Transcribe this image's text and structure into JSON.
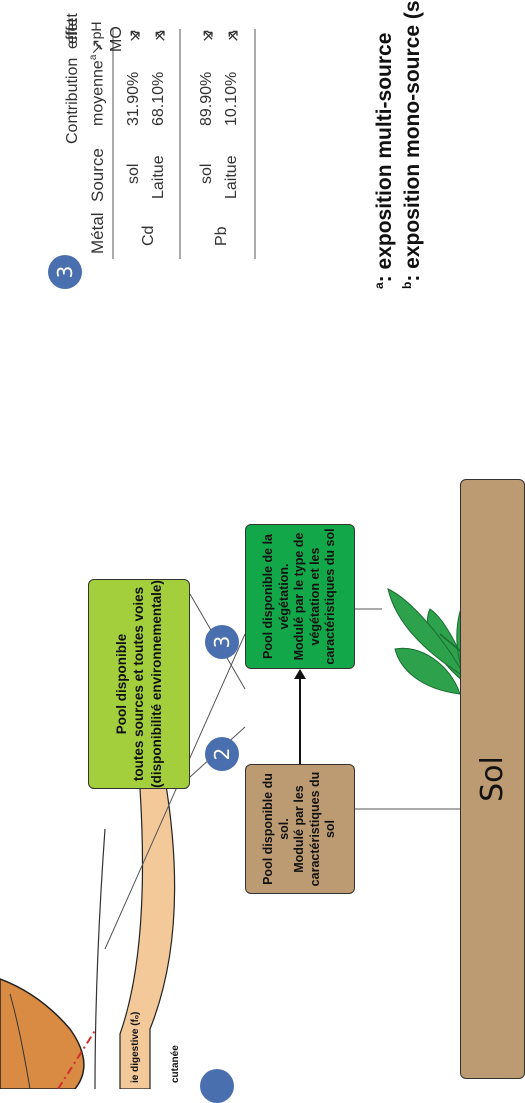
{
  "colors": {
    "soil": "#bd9b72",
    "lime": "#a3cf3c",
    "veg": "#12a84a",
    "badge": "#4a6fae",
    "leaf": "#2da14b",
    "body": "#d98b43",
    "red_line": "#d0302c"
  },
  "soil": {
    "label": "Sol"
  },
  "boxes": {
    "pool_total": [
      "Pool disponible",
      "toutes sources et toutes voies",
      "(disponibilité environnementale)"
    ],
    "pool_soil": [
      "Pool disponible du sol.",
      "Modulé par les",
      "caractéristiques du sol"
    ],
    "pool_veg": [
      "Pool disponible de la",
      "végétation.",
      "Modulé par le type de",
      "végétation et les",
      "caractéristiques du sol"
    ]
  },
  "badges": {
    "b2": "2",
    "b3a": "3",
    "b3b": "3"
  },
  "clipped_labels": {
    "digestive": "ie digestive (fₒ)",
    "cutanee": "cutanée"
  },
  "table": {
    "headers": {
      "metal": "Métal",
      "source": "Source",
      "contribution": "Contribution",
      "moyenne": "moyenne",
      "sup_a": "a",
      "effet1": "effet",
      "mo": "↗ MO",
      "effet2": "effet",
      "ph": "↘ pH"
    },
    "rows": [
      {
        "metal": "Cd",
        "source": "sol",
        "contribution": "31.90%",
        "mo": "↗",
        "ph": "↘"
      },
      {
        "metal": "",
        "source": "Laitue",
        "contribution": "68.10%",
        "mo": "↘",
        "ph": "↗"
      },
      {
        "metal": "Pb",
        "source": "sol",
        "contribution": "89.90%",
        "mo": "↗",
        "ph": "↘"
      },
      {
        "metal": "",
        "source": "Laitue",
        "contribution": "10.10%",
        "mo": "↘",
        "ph": "↗"
      }
    ]
  },
  "notes": {
    "a_sup": "a",
    "a_text": ": exposition multi-source",
    "b_sup": "b",
    "b_text": ": exposition mono-source (source sol)"
  }
}
